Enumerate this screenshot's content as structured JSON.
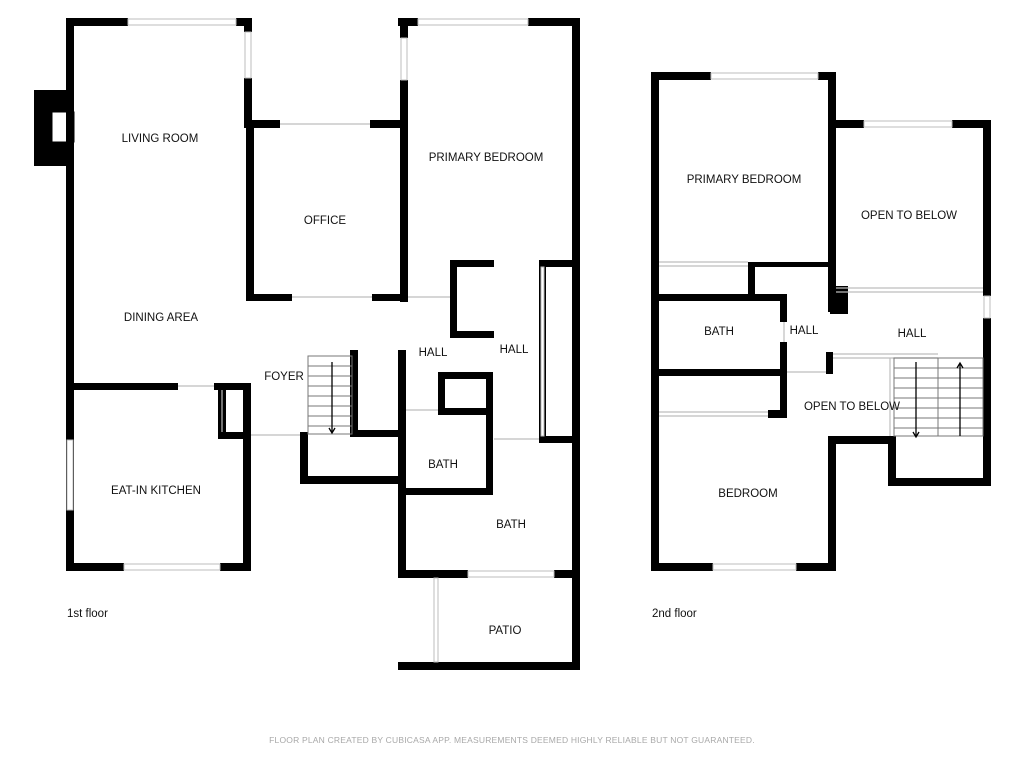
{
  "floors": {
    "first": {
      "label": "1st floor",
      "rooms": {
        "living_room": "LIVING ROOM",
        "office": "OFFICE",
        "primary_bedroom": "PRIMARY BEDROOM",
        "dining_area": "DINING AREA",
        "foyer": "FOYER",
        "hall_left": "HALL",
        "hall_right": "HALL",
        "eat_in_kitchen": "EAT-IN KITCHEN",
        "bath_small": "BATH",
        "bath_large": "BATH",
        "patio": "PATIO"
      }
    },
    "second": {
      "label": "2nd floor",
      "rooms": {
        "primary_bedroom": "PRIMARY BEDROOM",
        "open_to_below_top": "OPEN TO BELOW",
        "bath": "BATH",
        "hall_left": "HALL",
        "hall_right": "HALL",
        "open_to_below_bottom": "OPEN TO BELOW",
        "bedroom": "BEDROOM"
      }
    }
  },
  "footer": {
    "text": "FLOOR PLAN CREATED BY CUBICASA APP. MEASUREMENTS DEEMED HIGHLY RELIABLE BUT NOT GUARANTEED."
  }
}
